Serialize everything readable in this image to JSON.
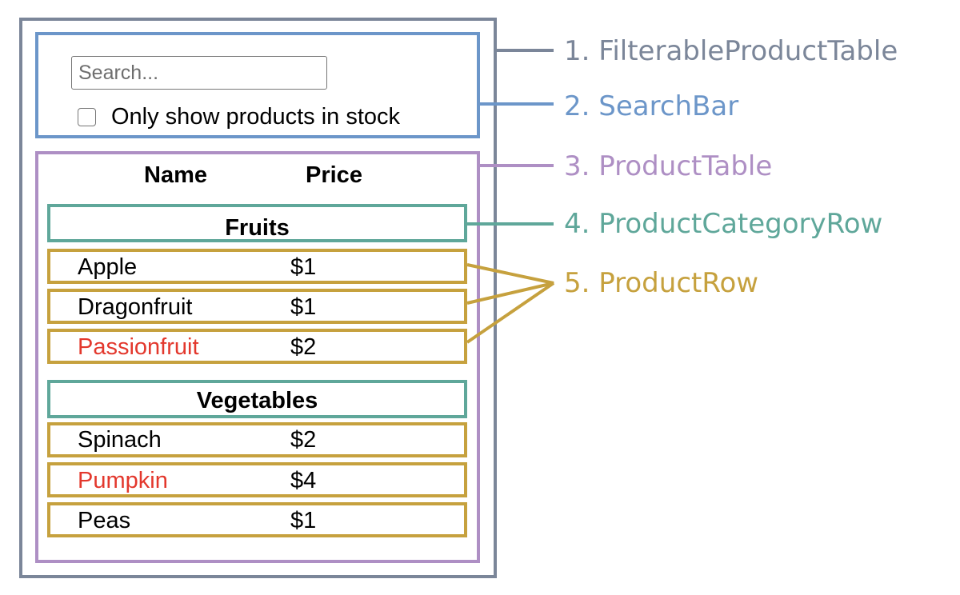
{
  "search": {
    "placeholder": "Search..."
  },
  "stock_filter": {
    "label": "Only show products in stock",
    "checked": false
  },
  "table": {
    "headers": [
      "Name",
      "Price"
    ],
    "categories": [
      {
        "name": "Fruits",
        "products": [
          {
            "name": "Apple",
            "price": "$1",
            "in_stock": true
          },
          {
            "name": "Dragonfruit",
            "price": "$1",
            "in_stock": true
          },
          {
            "name": "Passionfruit",
            "price": "$2",
            "in_stock": false
          }
        ]
      },
      {
        "name": "Vegetables",
        "products": [
          {
            "name": "Spinach",
            "price": "$2",
            "in_stock": true
          },
          {
            "name": "Pumpkin",
            "price": "$4",
            "in_stock": false
          },
          {
            "name": "Peas",
            "price": "$1",
            "in_stock": true
          }
        ]
      }
    ]
  },
  "labels": [
    {
      "text": "1. FilterableProductTable",
      "color": "#7b8699"
    },
    {
      "text": "2. SearchBar",
      "color": "#6c96c9"
    },
    {
      "text": "3. ProductTable",
      "color": "#ae8fc4"
    },
    {
      "text": "4. ProductCategoryRow",
      "color": "#5fa79a"
    },
    {
      "text": "5. ProductRow",
      "color": "#c6a13e"
    }
  ],
  "colors": {
    "filterable_product_table": "#7b8699",
    "search_bar": "#6c96c9",
    "product_table": "#ae8fc4",
    "product_category_row": "#5fa79a",
    "product_row": "#c6a13e",
    "out_of_stock_text": "#e3382d"
  }
}
